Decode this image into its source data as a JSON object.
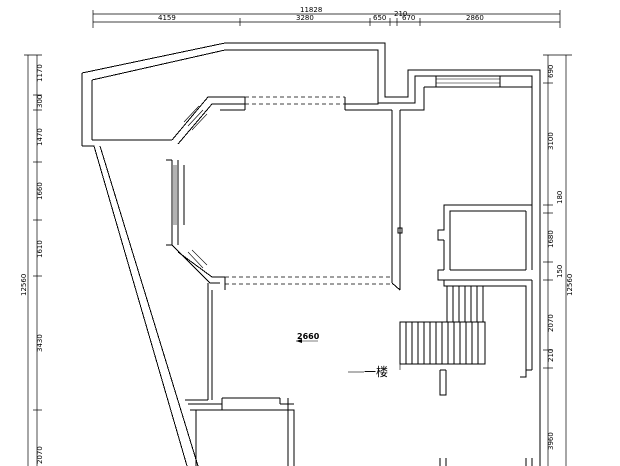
{
  "top_dimensions": {
    "total": "11828",
    "segments": [
      "4159",
      "3280",
      "650",
      "210",
      "670",
      "2860"
    ]
  },
  "left_dimensions": {
    "total": "12560",
    "segments": [
      "1170",
      "300",
      "1470",
      "1660",
      "1610",
      "3430",
      "2070"
    ]
  },
  "right_dimensions": {
    "total": "12560",
    "segments": [
      "690",
      "3100",
      "180",
      "1680",
      "150",
      "2070",
      "210",
      "3960"
    ]
  },
  "labels": {
    "room_dimension": "2660",
    "floor_label": "一楼"
  }
}
